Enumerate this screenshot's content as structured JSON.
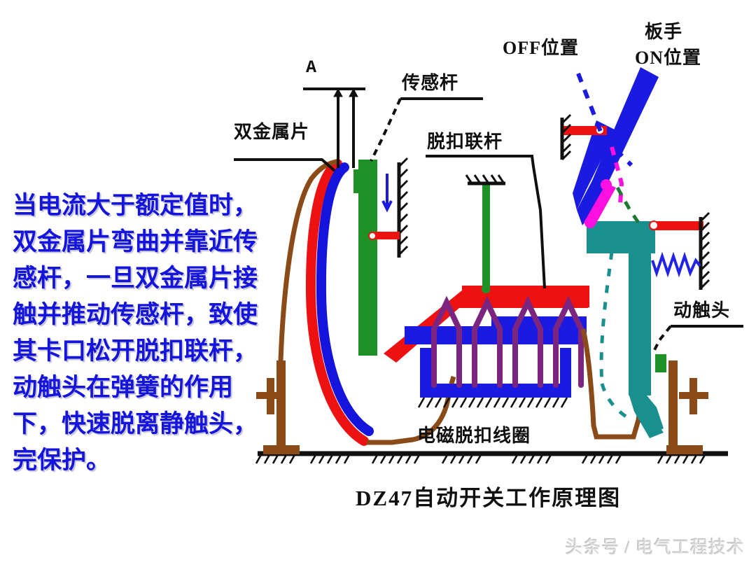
{
  "figure": {
    "caption": "DZ47自动开关工作原理图",
    "watermark": "头条号 / 电气工程技术"
  },
  "description": {
    "text": "当电流大于额定值时，双金属片弯曲并靠近传感杆，一旦双金属片接触并推动传感杆，致使其卡口松开脱扣联杆，动触头在弹簧的作用下，快速脱离静触头，完保护。",
    "color": "#1414dc"
  },
  "labels": {
    "bimetal": "双金属片",
    "sensor_rod": "传感杆",
    "trip_linkage": "脱扣联杆",
    "off_position": "OFF位置",
    "handle": "板手",
    "on_position": "ON位置",
    "moving_contact": "动触头",
    "trip_coil": "电磁脱扣线圈",
    "gap_mark": "A"
  },
  "colors": {
    "bimetal_outer": "#ee1111",
    "bimetal_inner": "#1414dc",
    "sensor_rod": "#1e9127",
    "trip_linkage": "#ee1111",
    "handle": "#1a1ae0",
    "link_magenta": "#ff10e0",
    "moving_contact": "#1a8f8f",
    "coil_core": "#1a1ae0",
    "coil_winding": "#7b2580",
    "wire": "#8a4b18",
    "spring": "#2222e8",
    "hatch": "#101010",
    "label_text": "#101010"
  }
}
